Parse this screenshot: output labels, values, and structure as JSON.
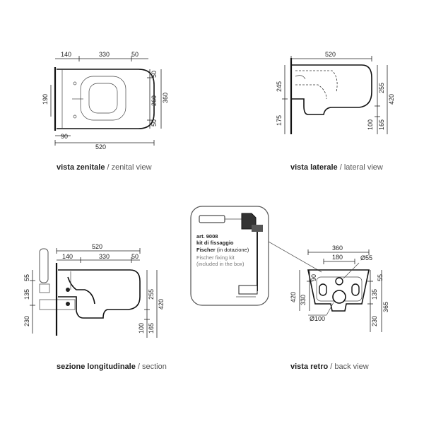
{
  "views": {
    "top": {
      "dims": [
        "140",
        "330",
        "50",
        "190",
        "50",
        "260",
        "360",
        "50",
        "90",
        "520"
      ],
      "caption_bold": "vista zenitale",
      "caption_light": " / zenital view"
    },
    "side": {
      "dims": [
        "520",
        "245",
        "175",
        "255",
        "420",
        "100",
        "165"
      ],
      "caption_bold": "vista laterale",
      "caption_light": " / lateral view"
    },
    "section": {
      "dims": [
        "520",
        "140",
        "330",
        "50",
        "55",
        "135",
        "230",
        "255",
        "420",
        "100",
        "165"
      ],
      "caption_bold": "sezione longitudinale",
      "caption_light": " / section"
    },
    "back": {
      "dims": [
        "360",
        "180",
        "Ø55",
        "90",
        "420",
        "330",
        "55",
        "135",
        "365",
        "230",
        "Ø100"
      ],
      "caption_bold": "vista retro",
      "caption_light": " / back view"
    }
  },
  "kit": {
    "line1": "art. 9008",
    "line2": "kit di fissaggio",
    "line3": "Fischer",
    "line3b": "(in dotazione)",
    "line4": "Fischer fixing kit",
    "line5": "(included in the box)"
  }
}
